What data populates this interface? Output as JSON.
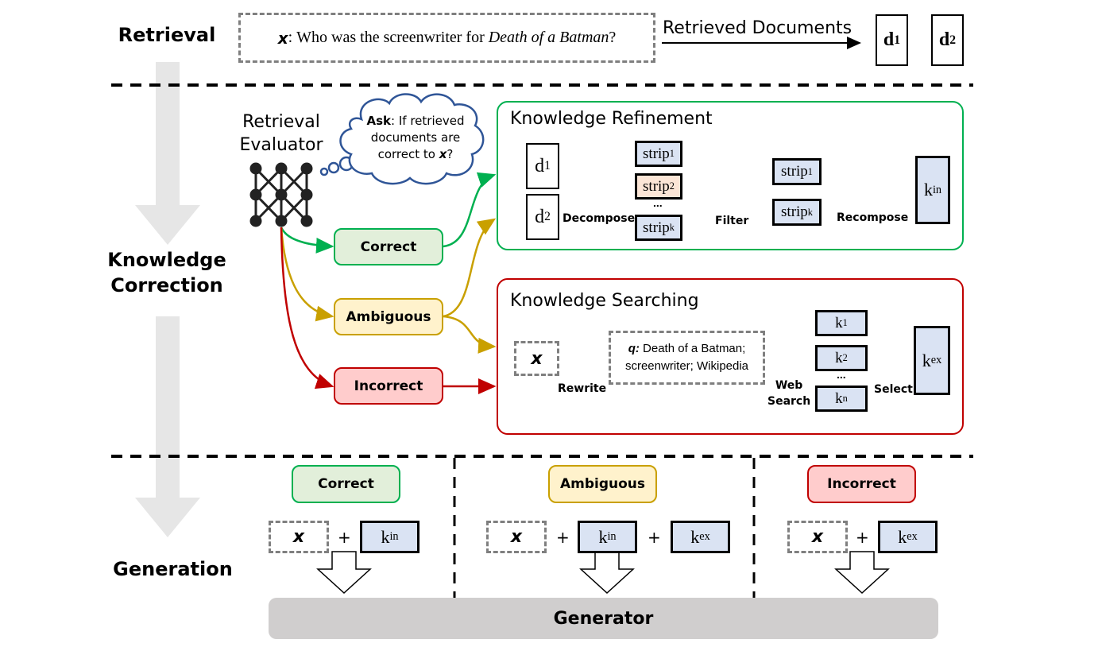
{
  "stages": {
    "retrieval": "Retrieval",
    "knowledge_correction": [
      "Knowledge",
      "Correction"
    ],
    "generation": "Generation"
  },
  "query": {
    "variable": "x",
    "separator": ": ",
    "text_before": "Who was the screenwriter for ",
    "text_italic": "Death of a Batman",
    "text_after": "?"
  },
  "retrieved": {
    "arrow_label": "Retrieved Documents",
    "documents": [
      {
        "base": "d",
        "sub": "1"
      },
      {
        "base": "d",
        "sub": "2"
      }
    ]
  },
  "evaluator": {
    "title": [
      "Retrieval",
      "Evaluator"
    ],
    "thought_bold": "Ask",
    "thought_line1": ": If retrieved",
    "thought_line2": "documents are",
    "thought_line3_prefix": "correct to ",
    "thought_var": "x",
    "thought_suffix": "?"
  },
  "judgements": {
    "correct": "Correct",
    "ambiguous": "Ambiguous",
    "incorrect": "Incorrect"
  },
  "colors": {
    "correct": "#00b050",
    "ambiguous": "#c9a000",
    "incorrect": "#c00000",
    "strip_blue": "#dae3f3",
    "strip_peach": "#fbe5d6",
    "generator_gray": "#d0cece",
    "stage_arrow_gray": "#e6e6e6"
  },
  "refinement": {
    "title": "Knowledge Refinement",
    "docs": [
      {
        "base": "d",
        "sub": "1"
      },
      {
        "base": "d",
        "sub": "2"
      }
    ],
    "decompose": "Decompose",
    "strips": [
      {
        "base": "strip",
        "sub": "1"
      },
      {
        "base": "strip",
        "sub": "2"
      },
      {
        "base": "strip",
        "sub": "k"
      }
    ],
    "ellipsis": "...",
    "filter": "Filter",
    "filtered": [
      {
        "base": "strip",
        "sub": "1"
      },
      {
        "base": "strip",
        "sub": "k"
      }
    ],
    "recompose": "Recompose",
    "output": {
      "base": "k",
      "sub": "in"
    }
  },
  "searching": {
    "title": "Knowledge Searching",
    "input_var": "x",
    "rewrite": "Rewrite",
    "q_label": "q:",
    "q_line1": " Death of a Batman;",
    "q_line2": "screenwriter; Wikipedia",
    "web_search": [
      "Web",
      "Search"
    ],
    "results": [
      {
        "base": "k",
        "sub": "1"
      },
      {
        "base": "k",
        "sub": "2"
      },
      {
        "base": "k",
        "sub": "n"
      }
    ],
    "ellipsis": "...",
    "select": "Select",
    "output": {
      "base": "k",
      "sub": "ex"
    }
  },
  "generation": {
    "columns": [
      {
        "label": "Correct",
        "inputs": [
          {
            "base": "k",
            "sub": "in"
          }
        ]
      },
      {
        "label": "Ambiguous",
        "inputs": [
          {
            "base": "k",
            "sub": "in"
          },
          {
            "base": "k",
            "sub": "ex"
          }
        ]
      },
      {
        "label": "Incorrect",
        "inputs": [
          {
            "base": "k",
            "sub": "ex"
          }
        ]
      }
    ],
    "input_var": "x",
    "plus": "+",
    "generator": "Generator"
  }
}
